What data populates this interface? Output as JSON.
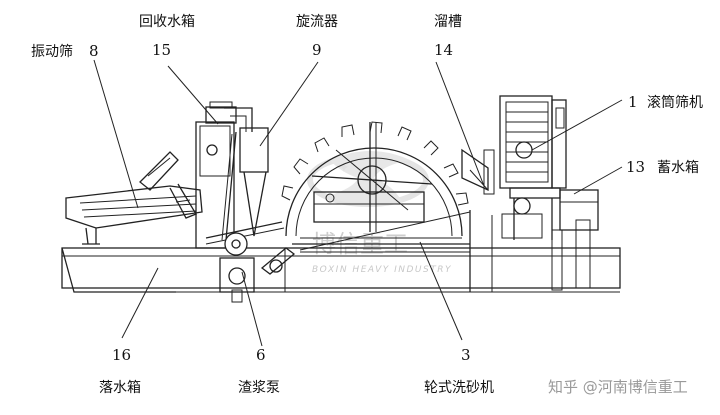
{
  "labels": {
    "vibrating_screen": {
      "name": "振动筛",
      "num": "8"
    },
    "recovery_tank": {
      "name": "回收水箱",
      "num": "15"
    },
    "cyclone": {
      "name": "旋流器",
      "num": "9"
    },
    "chute": {
      "name": "溜槽",
      "num": "14"
    },
    "trommel": {
      "name": "滚筒筛机",
      "num": "1"
    },
    "storage_tank": {
      "name": "蓄水箱",
      "num": "13"
    },
    "drop_tank": {
      "name": "落水箱",
      "num": "16"
    },
    "slurry_pump": {
      "name": "渣浆泵",
      "num": "6"
    },
    "wheel_washer": {
      "name": "轮式洗砂机",
      "num": "3"
    }
  },
  "watermark": {
    "brand_cn": "博信重工",
    "brand_en": "BOXIN HEAVY INDUSTRY"
  },
  "credit": "知乎 @河南博信重工"
}
